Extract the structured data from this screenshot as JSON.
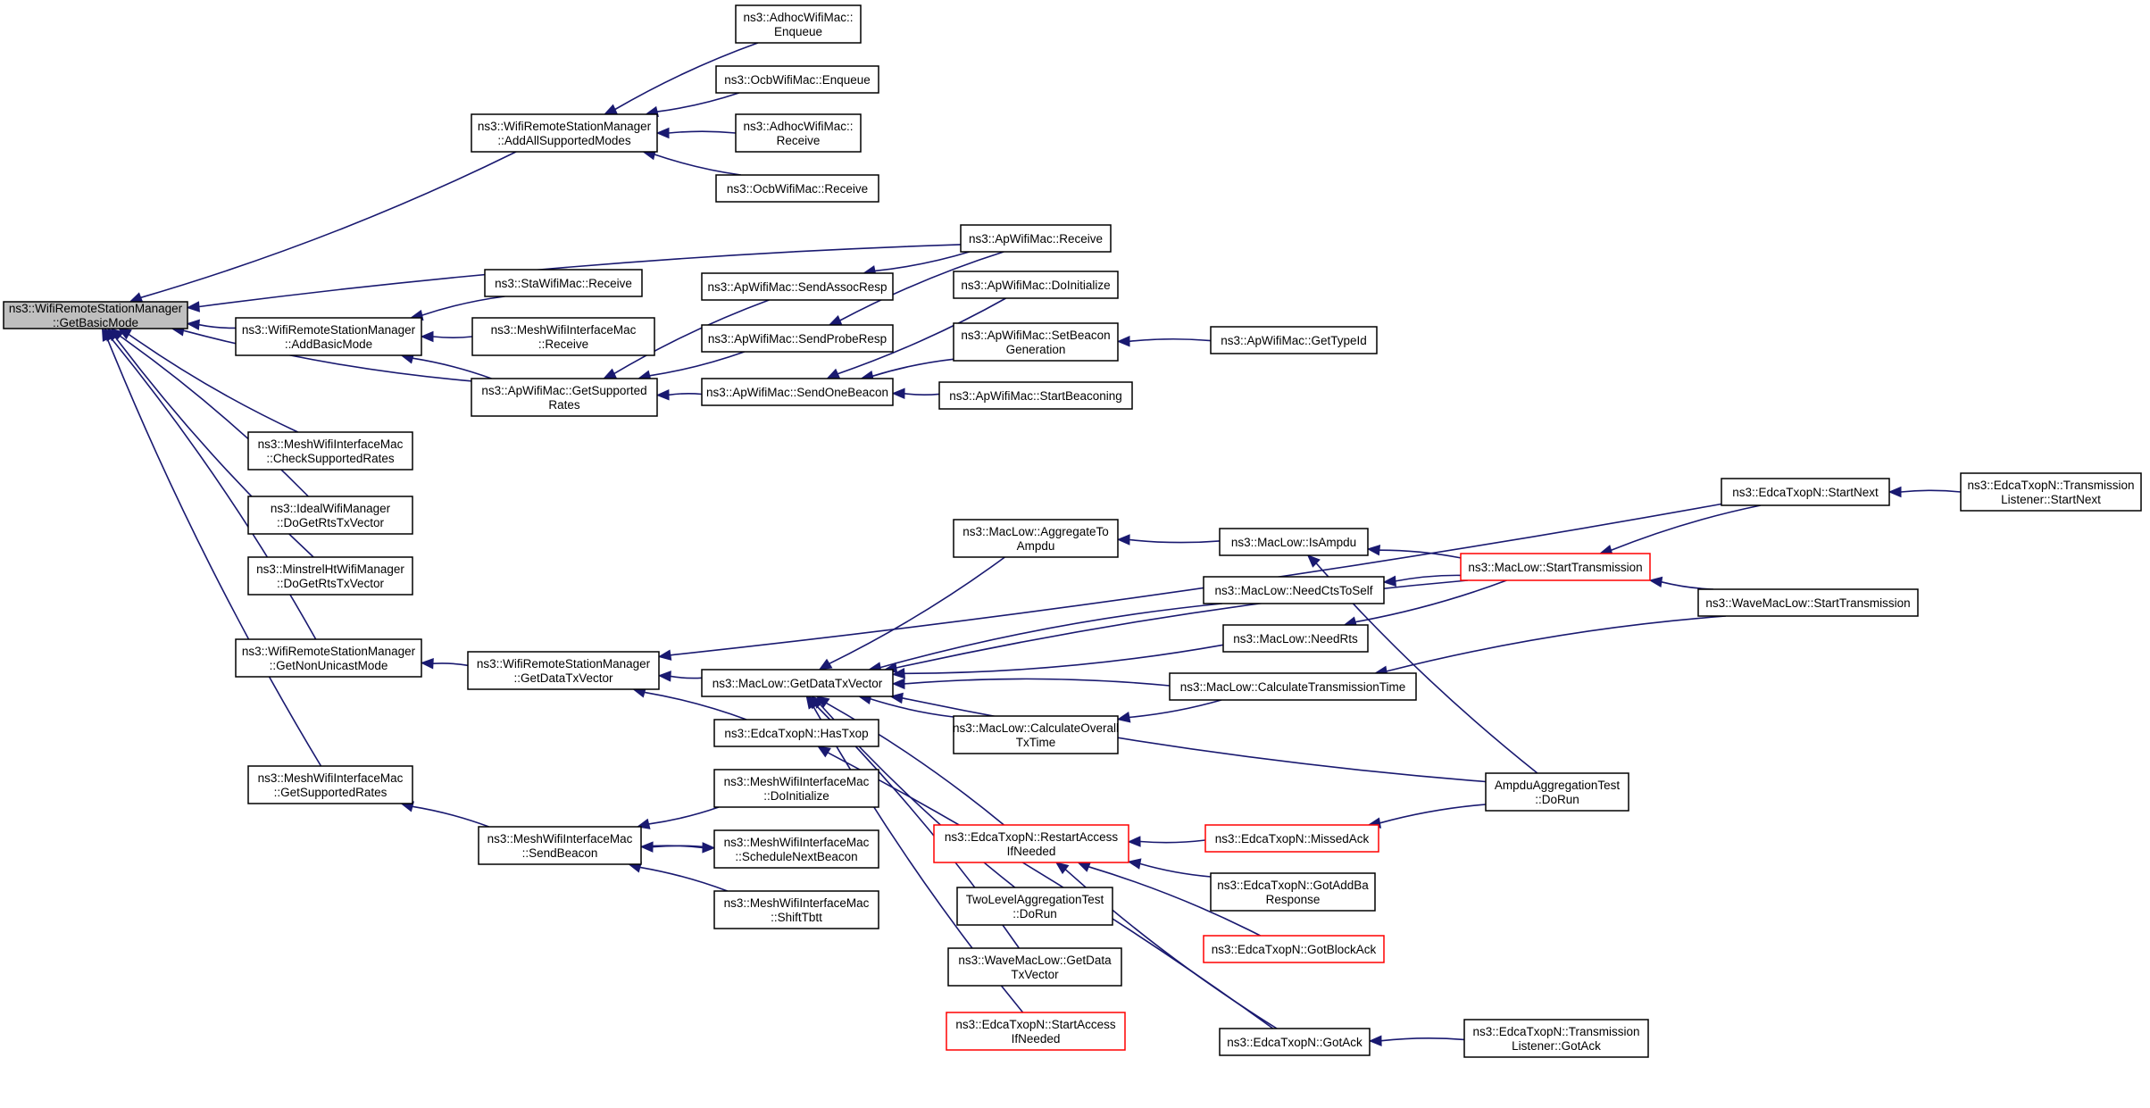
{
  "graph": {
    "root": "n_root",
    "colors": {
      "edge": "#191970",
      "box_border": "#000000",
      "highlight_border": "#ff0000",
      "root_fill": "#bfbfbf"
    },
    "nodes": [
      {
        "id": "n_root",
        "lines": [
          "ns3::WifiRemoteStationManager",
          "::GetBasicMode"
        ],
        "style": "root"
      },
      {
        "id": "n_addall",
        "lines": [
          "ns3::WifiRemoteStationManager",
          "::AddAllSupportedModes"
        ]
      },
      {
        "id": "n_adhoc_enq",
        "lines": [
          "ns3::AdhocWifiMac::",
          "Enqueue"
        ]
      },
      {
        "id": "n_ocb_enq",
        "lines": [
          "ns3::OcbWifiMac::Enqueue"
        ]
      },
      {
        "id": "n_adhoc_recv",
        "lines": [
          "ns3::AdhocWifiMac::",
          "Receive"
        ]
      },
      {
        "id": "n_ocb_recv",
        "lines": [
          "ns3::OcbWifiMac::Receive"
        ]
      },
      {
        "id": "n_ap_recv",
        "lines": [
          "ns3::ApWifiMac::Receive"
        ]
      },
      {
        "id": "n_addbasic",
        "lines": [
          "ns3::WifiRemoteStationManager",
          "::AddBasicMode"
        ]
      },
      {
        "id": "n_sta_recv",
        "lines": [
          "ns3::StaWifiMac::Receive"
        ]
      },
      {
        "id": "n_mesh_recv",
        "lines": [
          "ns3::MeshWifiInterfaceMac",
          "::Receive"
        ]
      },
      {
        "id": "n_ap_getsup",
        "lines": [
          "ns3::ApWifiMac::GetSupported",
          "Rates"
        ]
      },
      {
        "id": "n_ap_assoc",
        "lines": [
          "ns3::ApWifiMac::SendAssocResp"
        ]
      },
      {
        "id": "n_ap_probe",
        "lines": [
          "ns3::ApWifiMac::SendProbeResp"
        ]
      },
      {
        "id": "n_ap_onebeacon",
        "lines": [
          "ns3::ApWifiMac::SendOneBeacon"
        ]
      },
      {
        "id": "n_ap_doinit",
        "lines": [
          "ns3::ApWifiMac::DoInitialize"
        ]
      },
      {
        "id": "n_ap_setbeacon",
        "lines": [
          "ns3::ApWifiMac::SetBeacon",
          "Generation"
        ]
      },
      {
        "id": "n_ap_typeid",
        "lines": [
          "ns3::ApWifiMac::GetTypeId"
        ]
      },
      {
        "id": "n_ap_startbeacon",
        "lines": [
          "ns3::ApWifiMac::StartBeaconing"
        ]
      },
      {
        "id": "n_mesh_checksup",
        "lines": [
          "ns3::MeshWifiInterfaceMac",
          "::CheckSupportedRates"
        ]
      },
      {
        "id": "n_ideal_rts",
        "lines": [
          "ns3::IdealWifiManager",
          "::DoGetRtsTxVector"
        ]
      },
      {
        "id": "n_minstrel_rts",
        "lines": [
          "ns3::MinstrelHtWifiManager",
          "::DoGetRtsTxVector"
        ]
      },
      {
        "id": "n_getnonuni",
        "lines": [
          "ns3::WifiRemoteStationManager",
          "::GetNonUnicastMode"
        ]
      },
      {
        "id": "n_getdatatx",
        "lines": [
          "ns3::WifiRemoteStationManager",
          "::GetDataTxVector"
        ]
      },
      {
        "id": "n_maclow_getdata",
        "lines": [
          "ns3::MacLow::GetDataTxVector"
        ]
      },
      {
        "id": "n_edca_hastxop",
        "lines": [
          "ns3::EdcaTxopN::HasTxop"
        ]
      },
      {
        "id": "n_mesh_getsup",
        "lines": [
          "ns3::MeshWifiInterfaceMac",
          "::GetSupportedRates"
        ]
      },
      {
        "id": "n_mesh_sendbeacon",
        "lines": [
          "ns3::MeshWifiInterfaceMac",
          "::SendBeacon"
        ]
      },
      {
        "id": "n_mesh_doinit",
        "lines": [
          "ns3::MeshWifiInterfaceMac",
          "::DoInitialize"
        ]
      },
      {
        "id": "n_mesh_schednext",
        "lines": [
          "ns3::MeshWifiInterfaceMac",
          "::ScheduleNextBeacon"
        ]
      },
      {
        "id": "n_mesh_shift",
        "lines": [
          "ns3::MeshWifiInterfaceMac",
          "::ShiftTbtt"
        ]
      },
      {
        "id": "n_aggr_ampdu",
        "lines": [
          "ns3::MacLow::AggregateTo",
          "Ampdu"
        ]
      },
      {
        "id": "n_isampdu",
        "lines": [
          "ns3::MacLow::IsAmpdu"
        ]
      },
      {
        "id": "n_needcts",
        "lines": [
          "ns3::MacLow::NeedCtsToSelf"
        ]
      },
      {
        "id": "n_needrts",
        "lines": [
          "ns3::MacLow::NeedRts"
        ]
      },
      {
        "id": "n_calctrans",
        "lines": [
          "ns3::MacLow::CalculateTransmissionTime"
        ]
      },
      {
        "id": "n_calcoverall",
        "lines": [
          "ns3::MacLow::CalculateOverall",
          "TxTime"
        ]
      },
      {
        "id": "n_starttrans",
        "lines": [
          "ns3::MacLow::StartTransmission"
        ],
        "style": "red"
      },
      {
        "id": "n_startnext",
        "lines": [
          "ns3::EdcaTxopN::StartNext"
        ]
      },
      {
        "id": "n_trans_startnext",
        "lines": [
          "ns3::EdcaTxopN::Transmission",
          "Listener::StartNext"
        ]
      },
      {
        "id": "n_wave_starttrans",
        "lines": [
          "ns3::WaveMacLow::StartTransmission"
        ]
      },
      {
        "id": "n_ampdu_dorun",
        "lines": [
          "AmpduAggregationTest",
          "::DoRun"
        ]
      },
      {
        "id": "n_restart",
        "lines": [
          "ns3::EdcaTxopN::RestartAccess",
          "IfNeeded"
        ],
        "style": "red"
      },
      {
        "id": "n_missedack",
        "lines": [
          "ns3::EdcaTxopN::MissedAck"
        ],
        "style": "red"
      },
      {
        "id": "n_gotaddba",
        "lines": [
          "ns3::EdcaTxopN::GotAddBa",
          "Response"
        ]
      },
      {
        "id": "n_gotblockack",
        "lines": [
          "ns3::EdcaTxopN::GotBlockAck"
        ],
        "style": "red"
      },
      {
        "id": "n_twolevel",
        "lines": [
          "TwoLevelAggregationTest",
          "::DoRun"
        ]
      },
      {
        "id": "n_wave_getdata",
        "lines": [
          "ns3::WaveMacLow::GetData",
          "TxVector"
        ]
      },
      {
        "id": "n_startaccess",
        "lines": [
          "ns3::EdcaTxopN::StartAccess",
          "IfNeeded"
        ],
        "style": "red"
      },
      {
        "id": "n_gotack",
        "lines": [
          "ns3::EdcaTxopN::GotAck"
        ]
      },
      {
        "id": "n_trans_gotack",
        "lines": [
          "ns3::EdcaTxopN::Transmission",
          "Listener::GotAck"
        ]
      }
    ],
    "edges": [
      {
        "from": "n_addall",
        "to": "n_root"
      },
      {
        "from": "n_adhoc_enq",
        "to": "n_addall"
      },
      {
        "from": "n_ocb_enq",
        "to": "n_addall"
      },
      {
        "from": "n_adhoc_recv",
        "to": "n_addall"
      },
      {
        "from": "n_ocb_recv",
        "to": "n_addall"
      },
      {
        "from": "n_ap_recv",
        "to": "n_root"
      },
      {
        "from": "n_addbasic",
        "to": "n_root"
      },
      {
        "from": "n_sta_recv",
        "to": "n_addbasic"
      },
      {
        "from": "n_mesh_recv",
        "to": "n_addbasic"
      },
      {
        "from": "n_ap_getsup",
        "to": "n_addbasic"
      },
      {
        "from": "n_ap_getsup",
        "to": "n_root"
      },
      {
        "from": "n_ap_assoc",
        "to": "n_ap_getsup"
      },
      {
        "from": "n_ap_probe",
        "to": "n_ap_getsup"
      },
      {
        "from": "n_ap_onebeacon",
        "to": "n_ap_getsup"
      },
      {
        "from": "n_ap_recv",
        "to": "n_ap_assoc"
      },
      {
        "from": "n_ap_recv",
        "to": "n_ap_probe"
      },
      {
        "from": "n_ap_doinit",
        "to": "n_ap_onebeacon"
      },
      {
        "from": "n_ap_setbeacon",
        "to": "n_ap_onebeacon"
      },
      {
        "from": "n_ap_startbeacon",
        "to": "n_ap_onebeacon"
      },
      {
        "from": "n_ap_typeid",
        "to": "n_ap_setbeacon"
      },
      {
        "from": "n_mesh_checksup",
        "to": "n_root"
      },
      {
        "from": "n_ideal_rts",
        "to": "n_root"
      },
      {
        "from": "n_minstrel_rts",
        "to": "n_root"
      },
      {
        "from": "n_getnonuni",
        "to": "n_root"
      },
      {
        "from": "n_mesh_getsup",
        "to": "n_root"
      },
      {
        "from": "n_getdatatx",
        "to": "n_getnonuni"
      },
      {
        "from": "n_maclow_getdata",
        "to": "n_getdatatx"
      },
      {
        "from": "n_edca_hastxop",
        "to": "n_getdatatx"
      },
      {
        "from": "n_startnext",
        "to": "n_getdatatx"
      },
      {
        "from": "n_mesh_sendbeacon",
        "to": "n_mesh_getsup"
      },
      {
        "from": "n_mesh_doinit",
        "to": "n_mesh_sendbeacon"
      },
      {
        "from": "n_mesh_schednext",
        "to": "n_mesh_sendbeacon"
      },
      {
        "from": "n_mesh_sendbeacon",
        "to": "n_mesh_schednext"
      },
      {
        "from": "n_mesh_shift",
        "to": "n_mesh_sendbeacon"
      },
      {
        "from": "n_aggr_ampdu",
        "to": "n_maclow_getdata"
      },
      {
        "from": "n_needcts",
        "to": "n_maclow_getdata"
      },
      {
        "from": "n_needrts",
        "to": "n_maclow_getdata"
      },
      {
        "from": "n_calctrans",
        "to": "n_maclow_getdata"
      },
      {
        "from": "n_calcoverall",
        "to": "n_maclow_getdata"
      },
      {
        "from": "n_starttrans",
        "to": "n_maclow_getdata"
      },
      {
        "from": "n_ampdu_dorun",
        "to": "n_maclow_getdata"
      },
      {
        "from": "n_restart",
        "to": "n_maclow_getdata"
      },
      {
        "from": "n_twolevel",
        "to": "n_maclow_getdata"
      },
      {
        "from": "n_wave_getdata",
        "to": "n_maclow_getdata"
      },
      {
        "from": "n_startaccess",
        "to": "n_maclow_getdata"
      },
      {
        "from": "n_gotack",
        "to": "n_edca_hastxop"
      },
      {
        "from": "n_isampdu",
        "to": "n_aggr_ampdu"
      },
      {
        "from": "n_starttrans",
        "to": "n_isampdu"
      },
      {
        "from": "n_ampdu_dorun",
        "to": "n_isampdu"
      },
      {
        "from": "n_starttrans",
        "to": "n_needcts"
      },
      {
        "from": "n_starttrans",
        "to": "n_needrts"
      },
      {
        "from": "n_wave_starttrans",
        "to": "n_calctrans"
      },
      {
        "from": "n_calctrans",
        "to": "n_calcoverall"
      },
      {
        "from": "n_startnext",
        "to": "n_starttrans"
      },
      {
        "from": "n_wave_starttrans",
        "to": "n_starttrans"
      },
      {
        "from": "n_trans_startnext",
        "to": "n_startnext"
      },
      {
        "from": "n_missedack",
        "to": "n_restart"
      },
      {
        "from": "n_ampdu_dorun",
        "to": "n_missedack"
      },
      {
        "from": "n_gotaddba",
        "to": "n_restart"
      },
      {
        "from": "n_gotblockack",
        "to": "n_restart"
      },
      {
        "from": "n_gotack",
        "to": "n_restart"
      },
      {
        "from": "n_trans_gotack",
        "to": "n_gotack"
      }
    ]
  }
}
